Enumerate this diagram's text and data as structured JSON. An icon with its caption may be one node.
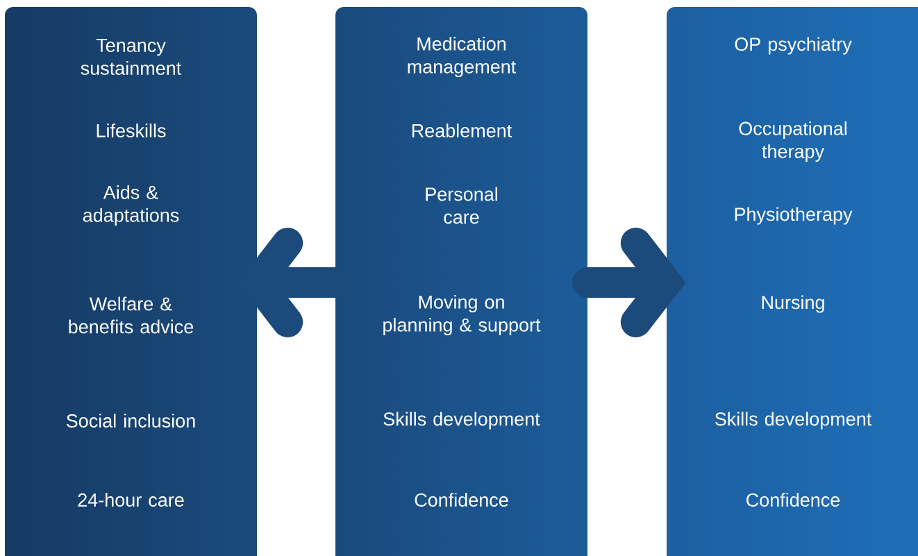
{
  "diagram": {
    "nodes": [
      {
        "text": [
          "Tenancy sustainment",
          "Lifeskills",
          "Aids & adaptations",
          "Welfare & benefits advice",
          "Social inclusion",
          "24-hour care"
        ]
      },
      {
        "text": [
          "Medication management",
          "Reablement",
          "Personal care",
          "Moving on planning & support",
          "Skills development",
          "Confidence"
        ]
      },
      {
        "text": [
          "OP psychiatry",
          "Occupational therapy",
          "Physiotherapy",
          "Nursing",
          "Skills development",
          "Confidence"
        ]
      }
    ],
    "edges": [
      {
        "from": 1,
        "to": 0,
        "arrow": "to"
      },
      {
        "from": 1,
        "to": 2,
        "arrow": "to"
      }
    ]
  }
}
